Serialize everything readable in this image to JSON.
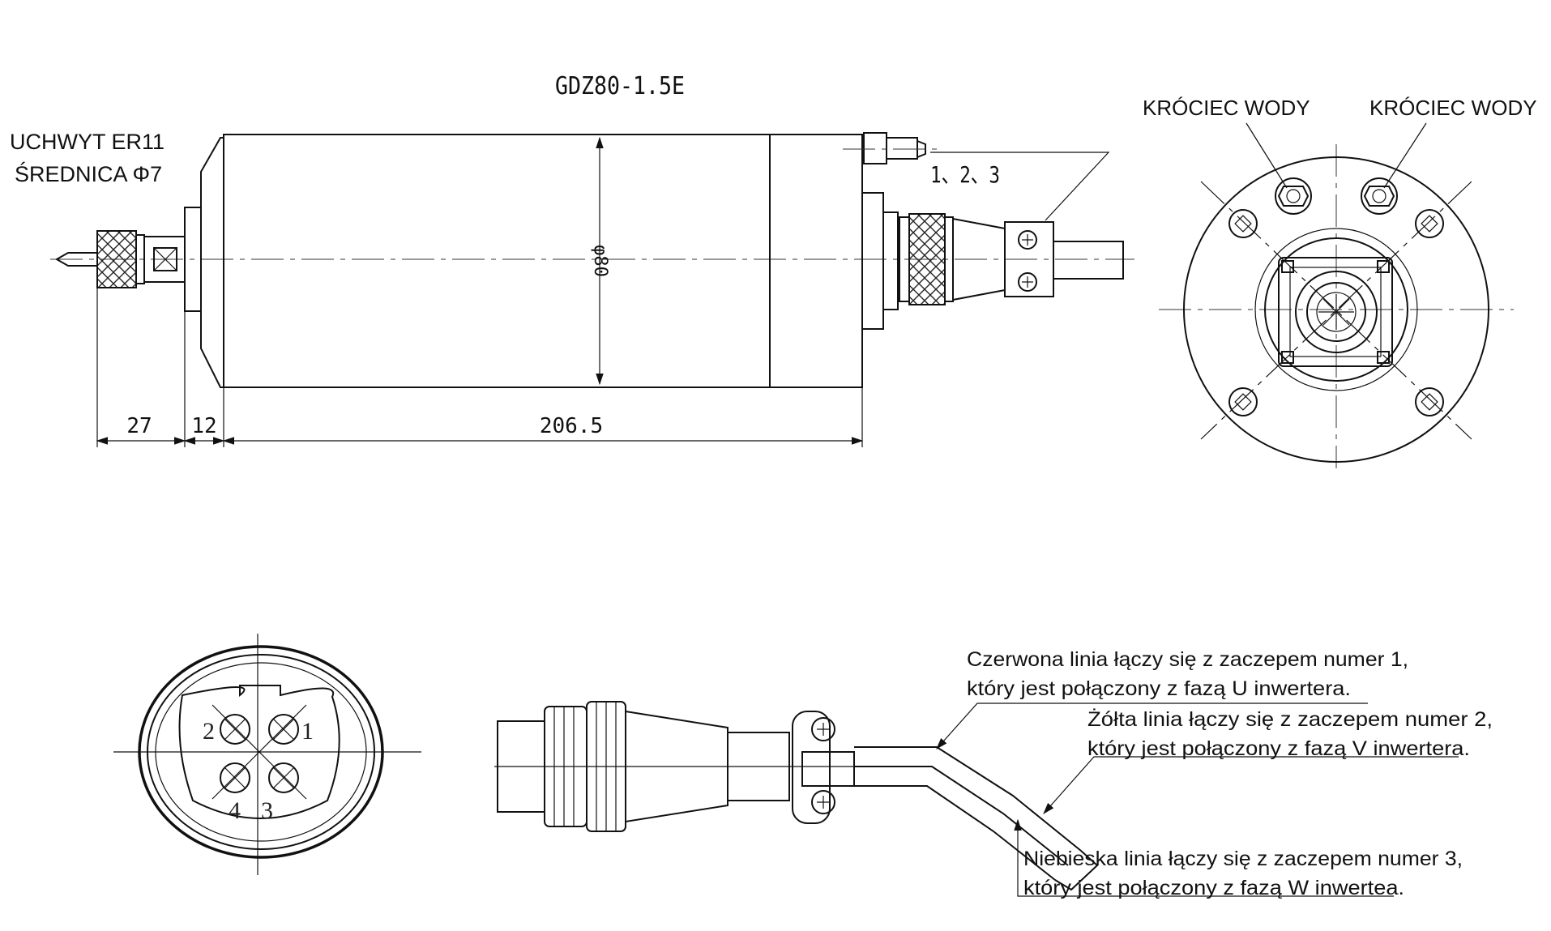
{
  "title": "GDZ80-1.5E",
  "collet": {
    "line1": "UCHWYT ER11",
    "line2": "ŚREDNICA Φ7"
  },
  "diameter_label": "φ80",
  "water_ports": [
    "1、2、3"
  ],
  "water_inlet_label": "KRÓCIEC WODY",
  "water_outlet_label": "KRÓCIEC WODY",
  "dimensions": {
    "nut_length": "27",
    "flange_length": "12",
    "body_length": "206.5"
  },
  "pins": [
    "1",
    "2",
    "3",
    "4"
  ],
  "wiring": {
    "red": {
      "line1": "Czerwona linia łączy się z zaczepem numer 1,",
      "line2": "który jest połączony z fazą U inwertera."
    },
    "yellow": {
      "line1": "Żółta linia łączy się  z zaczepem numer 2,",
      "line2": "który jest połączony z fazą V inwertera."
    },
    "blue": {
      "line1": "Niebieska linia łączy się z zaczepem numer 3,",
      "line2": "który jest połączony z fazą W inwertea."
    }
  }
}
